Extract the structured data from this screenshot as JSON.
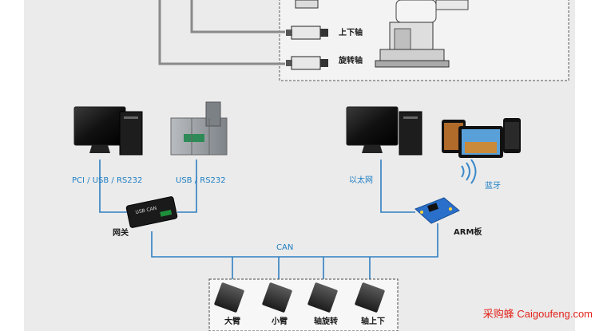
{
  "top_panel": {
    "axis_labels": [
      "上下轴",
      "旋转轴"
    ]
  },
  "network": {
    "left_link_1": "PCI / USB / RS232",
    "left_link_2": "USB / RS232",
    "right_link": "以太网",
    "bluetooth": "蓝牙",
    "gateway": "网关",
    "arm_board": "ARM板",
    "gateway_device_text": "USB CAN",
    "bus": "CAN"
  },
  "motors": {
    "labels": [
      "大臂",
      "小臂",
      "轴旋转",
      "轴上下"
    ]
  },
  "watermark": "采购蜂 Caigoufeng.com",
  "colors": {
    "background_gray": "#ebebeb",
    "line_blue": "#2f7fc1",
    "line_gray": "#8a8a8a",
    "text_blue": "#1e7fc4",
    "watermark_red": "#e2231a"
  }
}
